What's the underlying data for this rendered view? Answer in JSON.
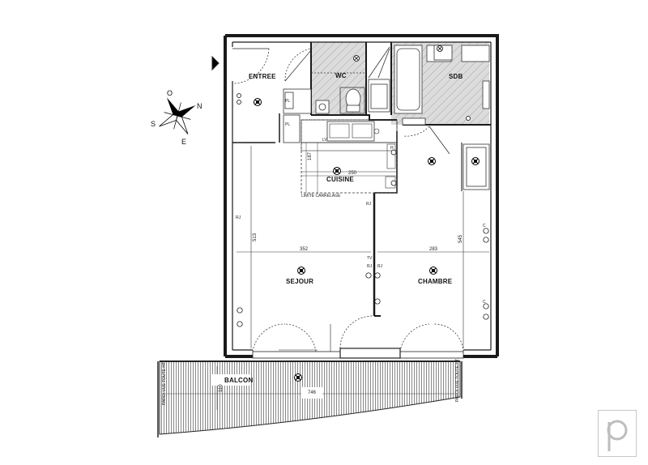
{
  "rooms": {
    "entree": "ENTREE",
    "wc": "WC",
    "sdb": "SDB",
    "cuisine": "CUISINE",
    "sejour": "SEJOUR",
    "chambre": "CHAMBRE",
    "balcon": "BALCON"
  },
  "dimensions": {
    "sejour_width": "352",
    "sejour_depth": "513",
    "chambre_width": "283",
    "chambre_depth": "545",
    "cuisine_width": "250",
    "cuisine_depth": "187",
    "balcon_width": "746",
    "balcon_depth": "110"
  },
  "annotations": {
    "limite_carrelage": "LIMITE CARRELAGE",
    "rj": "RJ",
    "tv": "TV",
    "pl": "PL",
    "lv": "LV",
    "h": "H",
    "c": "C",
    "garde_corps": "PAROI VUE TOUTE HT."
  },
  "compass": {
    "n": "N",
    "s": "S",
    "e": "E",
    "o": "O"
  },
  "colors": {
    "wall": "#1a1a1a",
    "hatch": "#8a8a8a",
    "tile": "#d8d8d8",
    "logo": "#bdbdbd"
  }
}
